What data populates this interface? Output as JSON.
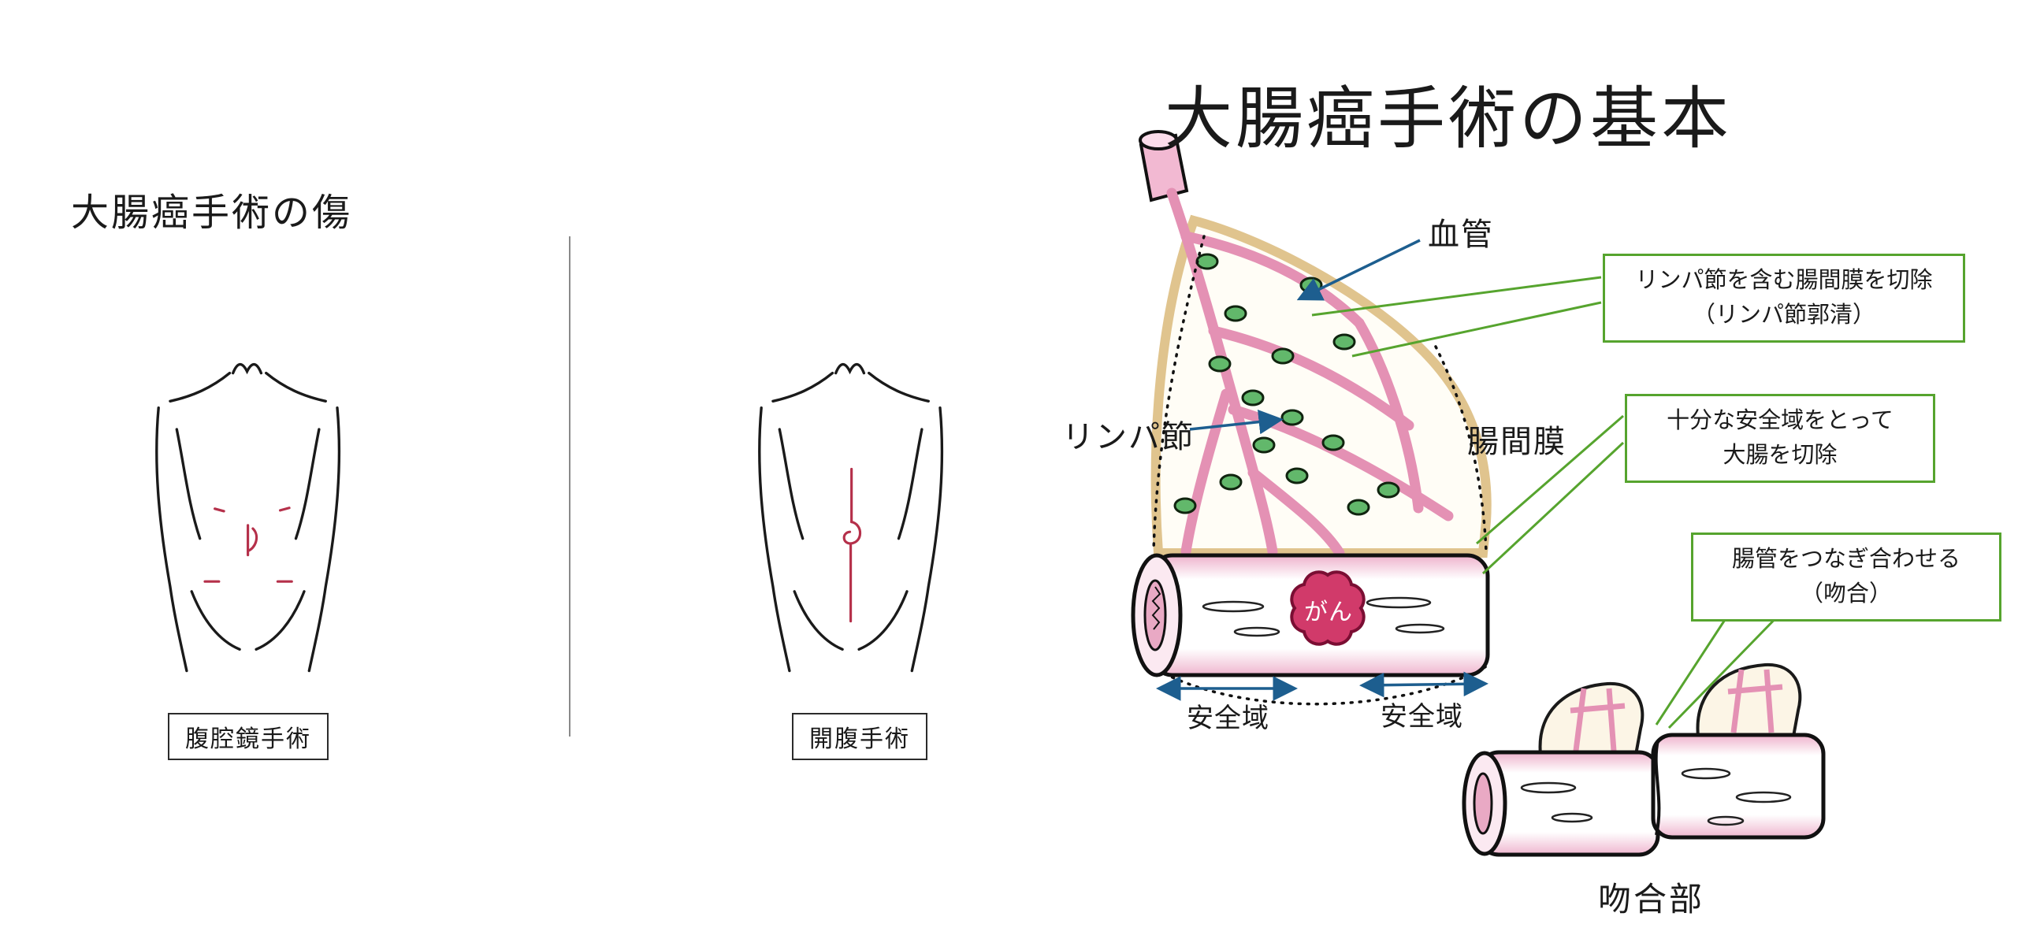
{
  "left_panel": {
    "title": "大腸癌手術の傷",
    "figure_labels": [
      "腹腔鏡手術",
      "開腹手術"
    ]
  },
  "right_panel": {
    "title": "大腸癌手術の基本",
    "anatomy_labels": {
      "vessel": "血管",
      "lymph": "リンパ節",
      "mesentery": "腸間膜",
      "cancer": "がん",
      "safety_left": "安全域",
      "safety_right": "安全域",
      "anastomosis_site": "吻合部"
    },
    "callouts": [
      {
        "line1": "リンパ節を含む腸間膜を切除",
        "line2": "（リンパ節郭清）"
      },
      {
        "line1": "十分な安全域をとって",
        "line2": "大腸を切除"
      },
      {
        "line1": "腸管をつなぎ合わせる",
        "line2": "（吻合）"
      }
    ]
  },
  "colors": {
    "callout_green": "#56a42e",
    "arrow_blue": "#1d5e8f",
    "incision_red": "#b5304a",
    "lymph_green": "#62b86b",
    "vessel_pink": "#e491b4",
    "mesentery_cream": "#e0c48e",
    "cancer_red": "#d13a6a"
  }
}
